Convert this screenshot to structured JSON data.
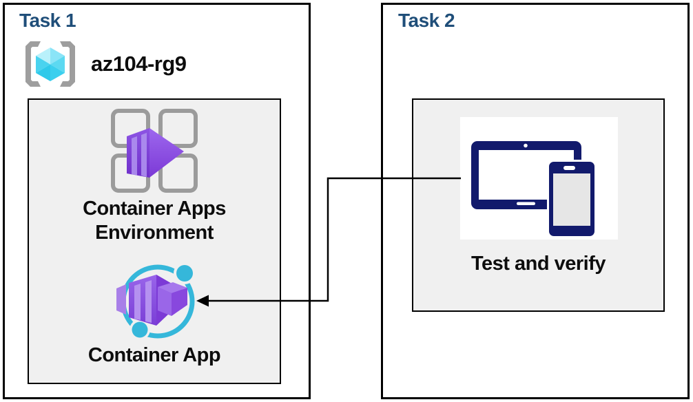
{
  "task1": {
    "title": "Task 1",
    "resource_group_name": "az104-rg9",
    "environment_label_line1": "Container Apps",
    "environment_label_line2": "Environment",
    "container_app_label": "Container App"
  },
  "task2": {
    "title": "Task 2",
    "test_label": "Test and verify"
  },
  "connector": {
    "arrow": true,
    "direction": "from Task 2 device icon to Container App icon",
    "color": "#000000"
  },
  "icons": {
    "resource_group": "resource-group-icon",
    "environment": "container-apps-environment-icon",
    "container_app": "container-app-icon",
    "devices": "tablet-and-phone-icon"
  },
  "colors": {
    "task_title": "#1F4E79",
    "label_text": "#0d0d0d",
    "box_border": "#000000",
    "inner_box_bg": "#f0f0f0",
    "bracket_gray": "#9e9e9e",
    "cube_cyan_light": "#b9f1fb",
    "cube_cyan": "#49d3ef",
    "cube_cyan_dark": "#2fc9ea",
    "azure_purple": "#7c3ad6",
    "azure_purple_light": "#ae90ee",
    "ring_cyan": "#35b7da",
    "device_navy": "#121a6c",
    "device_screen_gray": "#e6e6e6"
  }
}
